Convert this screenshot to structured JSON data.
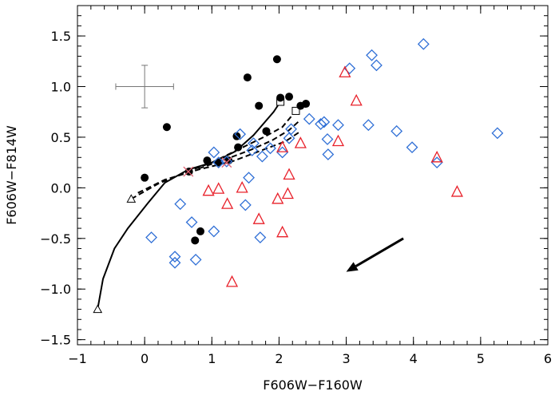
{
  "chart_data": {
    "type": "scatter",
    "xlabel": "F606W−F160W",
    "ylabel": "F606W−F814W",
    "xlim": [
      -1,
      6
    ],
    "ylim": [
      -1.55,
      1.8
    ],
    "x_ticks": [
      -1,
      0,
      1,
      2,
      3,
      4,
      5,
      6
    ],
    "x_tick_labels": [
      "−1",
      "0",
      "1",
      "2",
      "3",
      "4",
      "5",
      "6"
    ],
    "y_ticks": [
      -1.5,
      -1.0,
      -0.5,
      0.0,
      0.5,
      1.0,
      1.5
    ],
    "y_tick_labels": [
      "−1.5",
      "−1.0",
      "−0.5",
      "0.0",
      "0.5",
      "1.0",
      "1.5"
    ],
    "grid": false,
    "colors": {
      "triangles": "#e8202a",
      "diamonds": "#2f6fd6",
      "circles": "#000000",
      "cross": "#e06070"
    },
    "series": [
      {
        "marker": "circle",
        "points": [
          [
            0.0,
            0.1
          ],
          [
            0.33,
            0.6
          ],
          [
            0.66,
            0.16
          ],
          [
            0.75,
            -0.52
          ],
          [
            0.83,
            -0.43
          ],
          [
            0.93,
            0.27
          ],
          [
            1.1,
            0.25
          ],
          [
            1.25,
            0.27
          ],
          [
            1.39,
            0.4
          ],
          [
            1.53,
            1.09
          ],
          [
            1.7,
            0.81
          ],
          [
            1.81,
            0.56
          ],
          [
            1.97,
            1.27
          ],
          [
            2.02,
            0.89
          ],
          [
            2.15,
            0.9
          ],
          [
            2.32,
            0.81
          ],
          [
            2.4,
            0.83
          ],
          [
            1.37,
            0.51
          ]
        ]
      },
      {
        "marker": "diamond",
        "points": [
          [
            0.1,
            -0.49
          ],
          [
            0.45,
            -0.68
          ],
          [
            0.45,
            -0.74
          ],
          [
            0.53,
            -0.16
          ],
          [
            0.7,
            -0.34
          ],
          [
            0.76,
            -0.71
          ],
          [
            1.03,
            -0.43
          ],
          [
            1.03,
            0.35
          ],
          [
            1.1,
            0.25
          ],
          [
            1.22,
            0.26
          ],
          [
            1.42,
            0.53
          ],
          [
            1.5,
            -0.17
          ],
          [
            1.55,
            0.1
          ],
          [
            1.6,
            0.37
          ],
          [
            1.62,
            0.44
          ],
          [
            1.72,
            -0.49
          ],
          [
            1.75,
            0.31
          ],
          [
            1.87,
            0.39
          ],
          [
            2.05,
            0.35
          ],
          [
            2.15,
            0.49
          ],
          [
            2.18,
            0.58
          ],
          [
            2.45,
            0.68
          ],
          [
            2.62,
            0.63
          ],
          [
            2.67,
            0.65
          ],
          [
            2.72,
            0.48
          ],
          [
            2.73,
            0.33
          ],
          [
            2.88,
            0.62
          ],
          [
            3.05,
            1.18
          ],
          [
            3.33,
            0.62
          ],
          [
            3.38,
            1.31
          ],
          [
            3.45,
            1.21
          ],
          [
            3.75,
            0.56
          ],
          [
            3.98,
            0.4
          ],
          [
            4.15,
            1.42
          ],
          [
            4.35,
            0.25
          ],
          [
            5.25,
            0.54
          ]
        ]
      },
      {
        "marker": "triangle",
        "points": [
          [
            0.95,
            -0.03
          ],
          [
            1.1,
            -0.01
          ],
          [
            1.23,
            -0.16
          ],
          [
            1.3,
            -0.93
          ],
          [
            1.45,
            0.0
          ],
          [
            1.7,
            -0.31
          ],
          [
            1.98,
            -0.11
          ],
          [
            2.05,
            -0.44
          ],
          [
            2.05,
            0.4
          ],
          [
            2.13,
            -0.06
          ],
          [
            2.15,
            0.13
          ],
          [
            2.32,
            0.44
          ],
          [
            2.88,
            0.46
          ],
          [
            2.98,
            1.14
          ],
          [
            3.15,
            0.86
          ],
          [
            4.35,
            0.3
          ],
          [
            4.65,
            -0.04
          ]
        ]
      },
      {
        "marker": "x",
        "points": [
          [
            0.65,
            0.16
          ],
          [
            1.22,
            0.25
          ]
        ]
      }
    ],
    "tracks": [
      {
        "style": "solid",
        "points": [
          [
            -0.7,
            -1.2
          ],
          [
            -0.62,
            -0.9
          ],
          [
            -0.45,
            -0.6
          ],
          [
            -0.25,
            -0.4
          ],
          [
            0.05,
            -0.15
          ],
          [
            0.3,
            0.05
          ],
          [
            0.65,
            0.18
          ],
          [
            1.05,
            0.26
          ],
          [
            1.35,
            0.36
          ],
          [
            1.62,
            0.52
          ],
          [
            1.92,
            0.75
          ],
          [
            2.02,
            0.85
          ]
        ],
        "start_marker": "open-triangle",
        "end_marker": "open-square"
      },
      {
        "style": "dashed",
        "points": [
          [
            -0.2,
            -0.11
          ],
          [
            0.2,
            0.04
          ],
          [
            0.6,
            0.15
          ],
          [
            1.0,
            0.25
          ],
          [
            1.4,
            0.38
          ],
          [
            1.8,
            0.51
          ],
          [
            2.05,
            0.6
          ],
          [
            2.25,
            0.76
          ]
        ],
        "start_marker": "open-triangle",
        "end_marker": "open-square"
      },
      {
        "style": "dashed",
        "points": [
          [
            -0.1,
            -0.05
          ],
          [
            0.3,
            0.08
          ],
          [
            0.8,
            0.18
          ],
          [
            1.3,
            0.26
          ],
          [
            1.7,
            0.36
          ],
          [
            2.1,
            0.46
          ],
          [
            2.3,
            0.55
          ]
        ],
        "start_marker": "none",
        "end_marker": "none"
      },
      {
        "style": "dashed",
        "points": [
          [
            0.8,
            0.19
          ],
          [
            1.2,
            0.28
          ],
          [
            1.6,
            0.38
          ],
          [
            1.9,
            0.47
          ],
          [
            2.15,
            0.57
          ],
          [
            2.3,
            0.66
          ]
        ],
        "start_marker": "none",
        "end_marker": "none"
      }
    ],
    "error_bar": {
      "x": 0.0,
      "y": 1.0,
      "xerr": 0.43,
      "yerr": 0.21
    },
    "arrow": {
      "from": [
        3.85,
        -0.5
      ],
      "to": [
        3.0,
        -0.83
      ]
    }
  }
}
